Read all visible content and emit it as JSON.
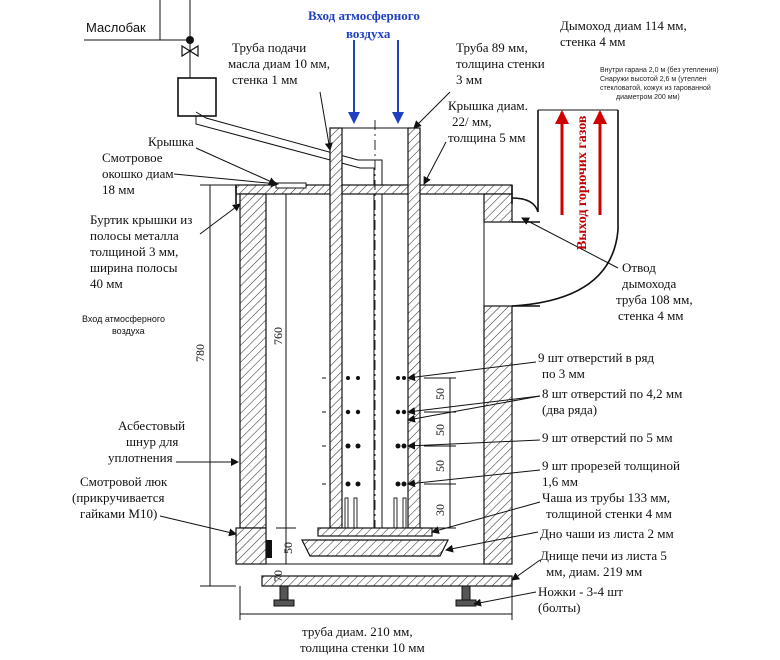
{
  "labels": {
    "oil_tank": "Маслобак",
    "air_inlet_top_line1": "Вход атмосферного",
    "air_inlet_top_line2": "воздуха",
    "oil_pipe_line1": "Труба подачи",
    "oil_pipe_line2": "масла диам 10 мм,",
    "oil_pipe_line3": "стенка 1 мм",
    "pipe89_line1": "Труба 89 мм,",
    "pipe89_line2": "толщина стенки",
    "pipe89_line3": "3 мм",
    "chimney_line1": "Дымоход диам 114 мм,",
    "chimney_line2": "стенка 4 мм",
    "chimney_note_line1": "Внутри гарана 2,0 м (без утепления)",
    "chimney_note_line2": "Снаружи высотой 2,6 м (утеплен",
    "chimney_note_line3": "стекловатой, кожух из гарованной",
    "chimney_note_line4": "диаметром 200 мм)",
    "lid_diam_line1": "Крышка диам.",
    "lid_diam_line2": "22/ мм,",
    "lid_diam_line3": "толщина 5 мм",
    "lid": "Крышка",
    "window_line1": "Смотровое",
    "window_line2": "окошко диам",
    "window_line3": "18 мм",
    "rim_line1": "Буртик крышки из",
    "rim_line2": "полосы металла",
    "rim_line3": "толщиной 3 мм,",
    "rim_line4": "ширина полосы",
    "rim_line5": "40 мм",
    "air_inlet_side_line1": "Вход атмосферного",
    "air_inlet_side_line2": "воздуха",
    "flue_gas": "Выход горючих газов",
    "outlet_line1": "Отвод",
    "outlet_line2": "дымохода",
    "outlet_line3": "труба 108 мм,",
    "outlet_line4": "стенка 4 мм",
    "holes1_line1": "9 шт отверстий в ряд",
    "holes1_line2": "по 3 мм",
    "holes2_line1": "8 шт отверстий по 4,2 мм",
    "holes2_line2": "(два ряда)",
    "holes3": "9 шт отверстий по 5 мм",
    "slots_line1": "9 шт прорезей толщиной",
    "slots_line2": "1,6 мм",
    "bowl_line1": "Чаша из трубы 133 мм,",
    "bowl_line2": "толщиной стенки 4 мм",
    "bowl_bottom": "Дно чаши из листа 2 мм",
    "furnace_bottom_line1": "Днище печи из листа 5",
    "furnace_bottom_line2": "мм, диам. 219 мм",
    "asbestos_line1": "Асбестовый",
    "asbestos_line2": "шнур для",
    "asbestos_line3": "уплотнения",
    "hatch_line1": "Смотровой люк",
    "hatch_line2": "(прикручивается",
    "hatch_line3": "гайками М10)",
    "legs_line1": "Ножки - 3-4 шт",
    "legs_line2": "(болты)",
    "body_pipe_line1": "труба диам. 210 мм,",
    "body_pipe_line2": "толщина стенки 10 мм"
  },
  "dimensions": {
    "total_height": "780",
    "inner_height": "760",
    "step1": "50",
    "step2": "50",
    "step3": "50",
    "step4": "30",
    "bowl_offset": "50",
    "base_height": "70"
  },
  "colors": {
    "arrow_blue": "#2040c0",
    "arrow_red": "#d00000",
    "line": "#111111"
  }
}
